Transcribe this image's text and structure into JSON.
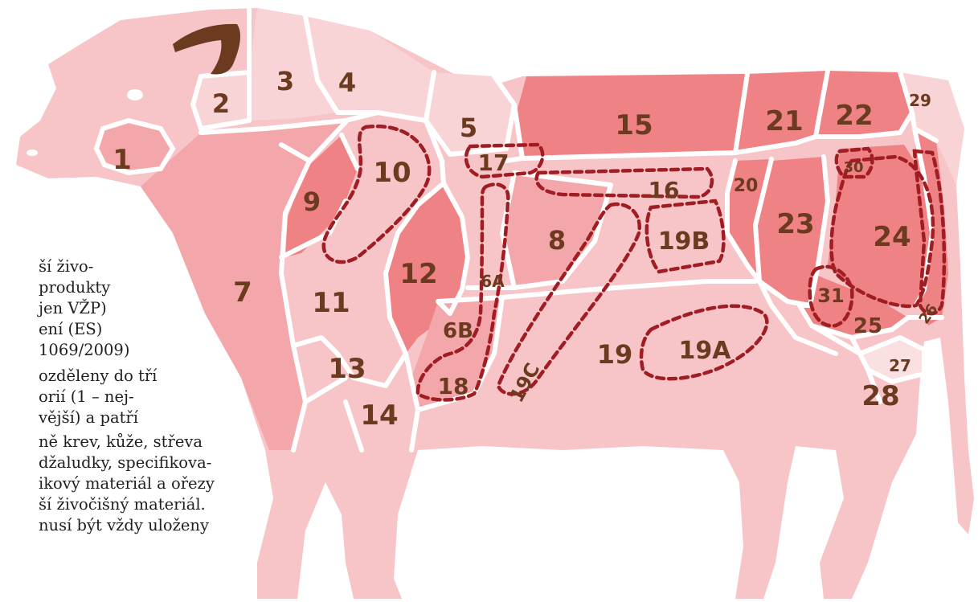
{
  "side_text_lines": [
    "ší živo-",
    "produkty",
    "jen VŽP)",
    "ení (ES)",
    "1069/2009)",
    "ozděleny do tří",
    "orií (1 – nej-",
    "vější) a patří",
    "ně krev, kůže, střeva",
    "džaludky, specifikova-",
    "ikový materiál a ořezy",
    "ší živočišný materiál.",
    "nusí být vždy uloženy"
  ],
  "labels": {
    "l1": "1",
    "l2": "2",
    "l3": "3",
    "l4": "4",
    "l5": "5",
    "l6A": "6A",
    "l6B": "6B",
    "l7": "7",
    "l8": "8",
    "l9": "9",
    "l10": "10",
    "l11": "11",
    "l12": "12",
    "l13": "13",
    "l14": "14",
    "l15": "15",
    "l16": "16",
    "l17": "17",
    "l18": "18",
    "l19": "19",
    "l19A": "19A",
    "l19B": "19B",
    "l19C": "19C",
    "l20": "20",
    "l21": "21",
    "l22": "22",
    "l23": "23",
    "l24": "24",
    "l25": "25",
    "l26": "26",
    "l27": "27",
    "l28": "28",
    "l29": "29",
    "l30": "30",
    "l31": "31"
  },
  "colors": {
    "light": "#f7c5c8",
    "medium": "#f4a7ab",
    "dark": "#ee8285",
    "label": "#6b3a1f",
    "dash": "#a01e23",
    "horn": "#6b3a1f"
  }
}
